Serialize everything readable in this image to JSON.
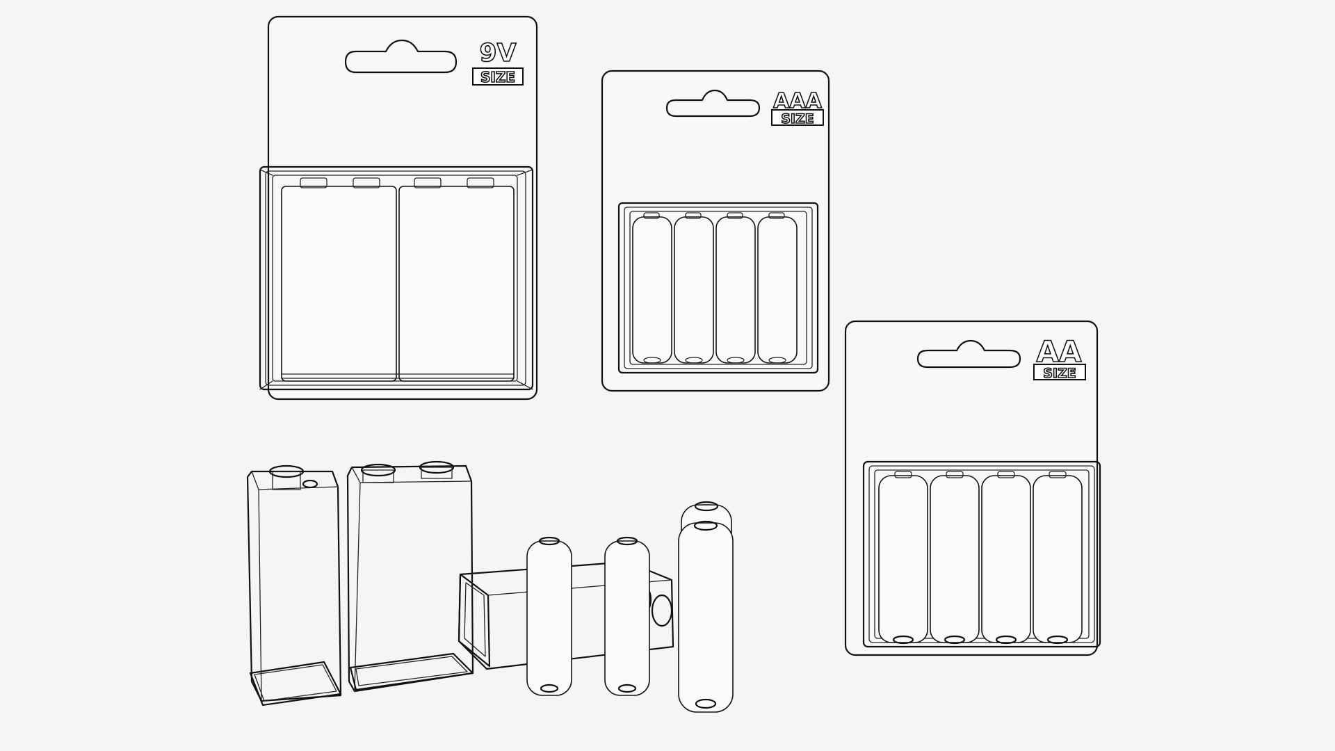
{
  "packs": {
    "nine_v": {
      "size_label": "9V",
      "size_word": "SIZE"
    },
    "aaa": {
      "size_label": "AAA",
      "size_word": "SIZE"
    },
    "aa": {
      "size_label": "AA",
      "size_word": "SIZE"
    }
  },
  "colors": {
    "background": "#f5f5f5",
    "outline": "#111111",
    "fill": "#ffffff"
  }
}
